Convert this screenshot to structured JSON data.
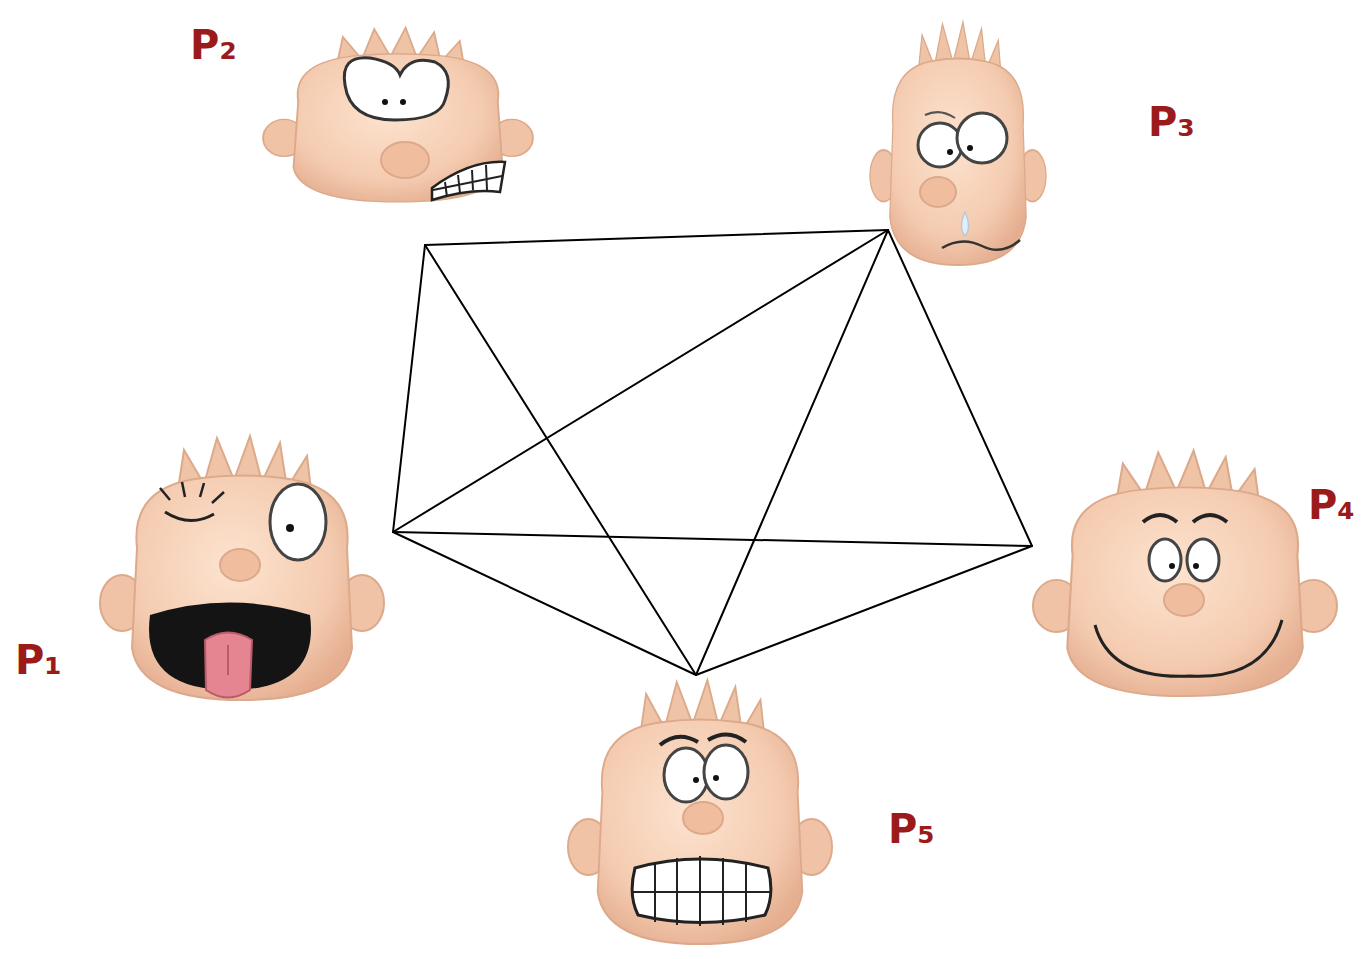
{
  "diagram": {
    "nodes": [
      {
        "text": [
          "P₁"
        ]
      },
      {
        "text": [
          "P₂"
        ]
      },
      {
        "text": [
          "P₃"
        ]
      },
      {
        "text": [
          "P₄"
        ]
      },
      {
        "text": [
          "P₅"
        ]
      }
    ],
    "edges": [
      {
        "from": 0,
        "to": 1,
        "arrow": "none"
      },
      {
        "from": 0,
        "to": 2,
        "arrow": "none"
      },
      {
        "from": 0,
        "to": 3,
        "arrow": "none"
      },
      {
        "from": 0,
        "to": 4,
        "arrow": "none"
      },
      {
        "from": 1,
        "to": 2,
        "arrow": "none"
      },
      {
        "from": 1,
        "to": 4,
        "arrow": "none"
      },
      {
        "from": 2,
        "to": 3,
        "arrow": "none"
      },
      {
        "from": 2,
        "to": 4,
        "arrow": "none"
      },
      {
        "from": 3,
        "to": 4,
        "arrow": "none"
      }
    ]
  }
}
